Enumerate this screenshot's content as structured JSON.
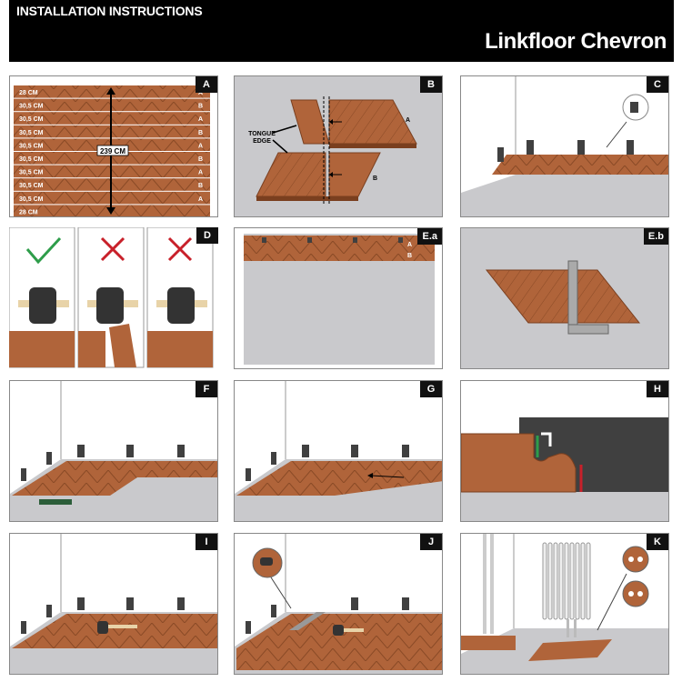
{
  "header": {
    "left_title": "INSTALLATION INSTRUCTIONS",
    "right_title": "Linkfloor Chevron"
  },
  "panels": {
    "A": {
      "letter": "A",
      "plank_widths": [
        "28 CM",
        "30,5 CM",
        "30,5 CM",
        "30,5 CM",
        "30,5 CM",
        "30,5 CM",
        "30,5 CM",
        "30,5 CM",
        "30,5 CM",
        "28 CM"
      ],
      "row_types": [
        "A",
        "B",
        "A",
        "B",
        "A",
        "B",
        "A",
        "B",
        "A",
        ""
      ],
      "total": "239 CM"
    },
    "B": {
      "letter": "B",
      "label_line1": "TONGUE",
      "label_line2": "EDGE",
      "plank_a": "A",
      "plank_b": "B"
    },
    "C": {
      "letter": "C"
    },
    "D": {
      "letter": "D"
    },
    "Ea": {
      "letter": "E.a",
      "row_a": "A",
      "row_b": "B"
    },
    "Eb": {
      "letter": "E.b"
    },
    "F": {
      "letter": "F"
    },
    "G": {
      "letter": "G"
    },
    "H": {
      "letter": "H"
    },
    "I": {
      "letter": "I"
    },
    "J": {
      "letter": "J"
    },
    "K": {
      "letter": "K"
    }
  },
  "colors": {
    "wood": "#b0643a",
    "wood_dark": "#8a4a26",
    "floor": "#c9c9cc",
    "spacer": "#404040",
    "check": "#2e9d4a",
    "cross": "#c8202a"
  }
}
